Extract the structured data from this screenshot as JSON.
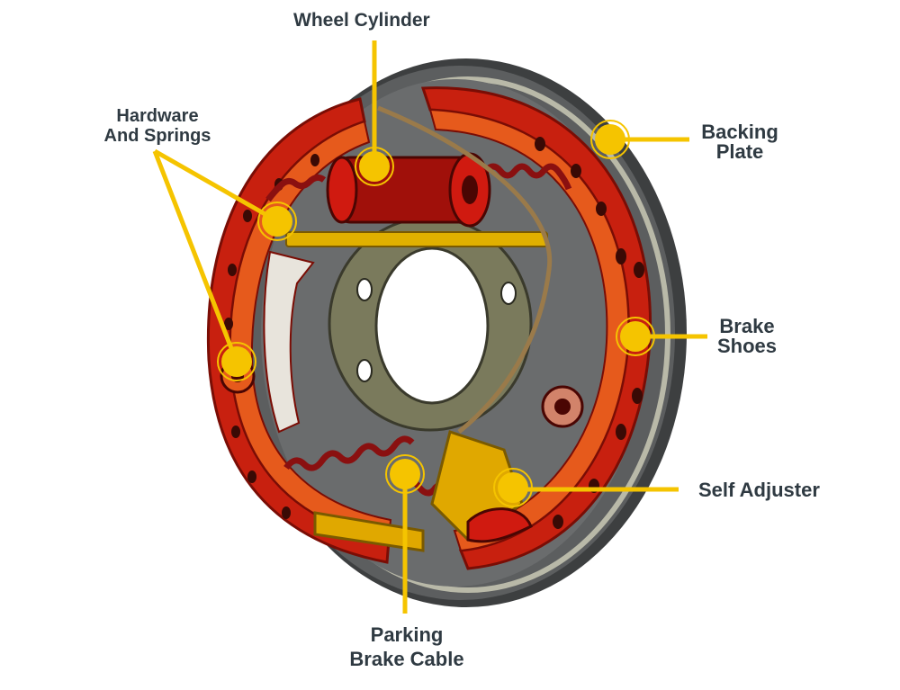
{
  "labels": {
    "wheel_cylinder": "Wheel Cylinder",
    "hardware_line1": "Hardware",
    "hardware_line2": "And Springs",
    "backing_line1": "Backing",
    "backing_line2": "Plate",
    "brake_line1": "Brake",
    "brake_line2": "Shoes",
    "self_adjuster": "Self Adjuster",
    "parking_line1": "Parking",
    "parking_line2": "Brake Cable"
  },
  "colors": {
    "callout": "#f5c400",
    "label_text": "#2f3a42",
    "shoe_red": "#c8200f",
    "shoe_orange": "#e65a1c",
    "backing_gray": "#5c5e5f",
    "hub_olive": "#7a7a5c",
    "spring_red": "#8a1010",
    "brass": "#e0a800"
  }
}
